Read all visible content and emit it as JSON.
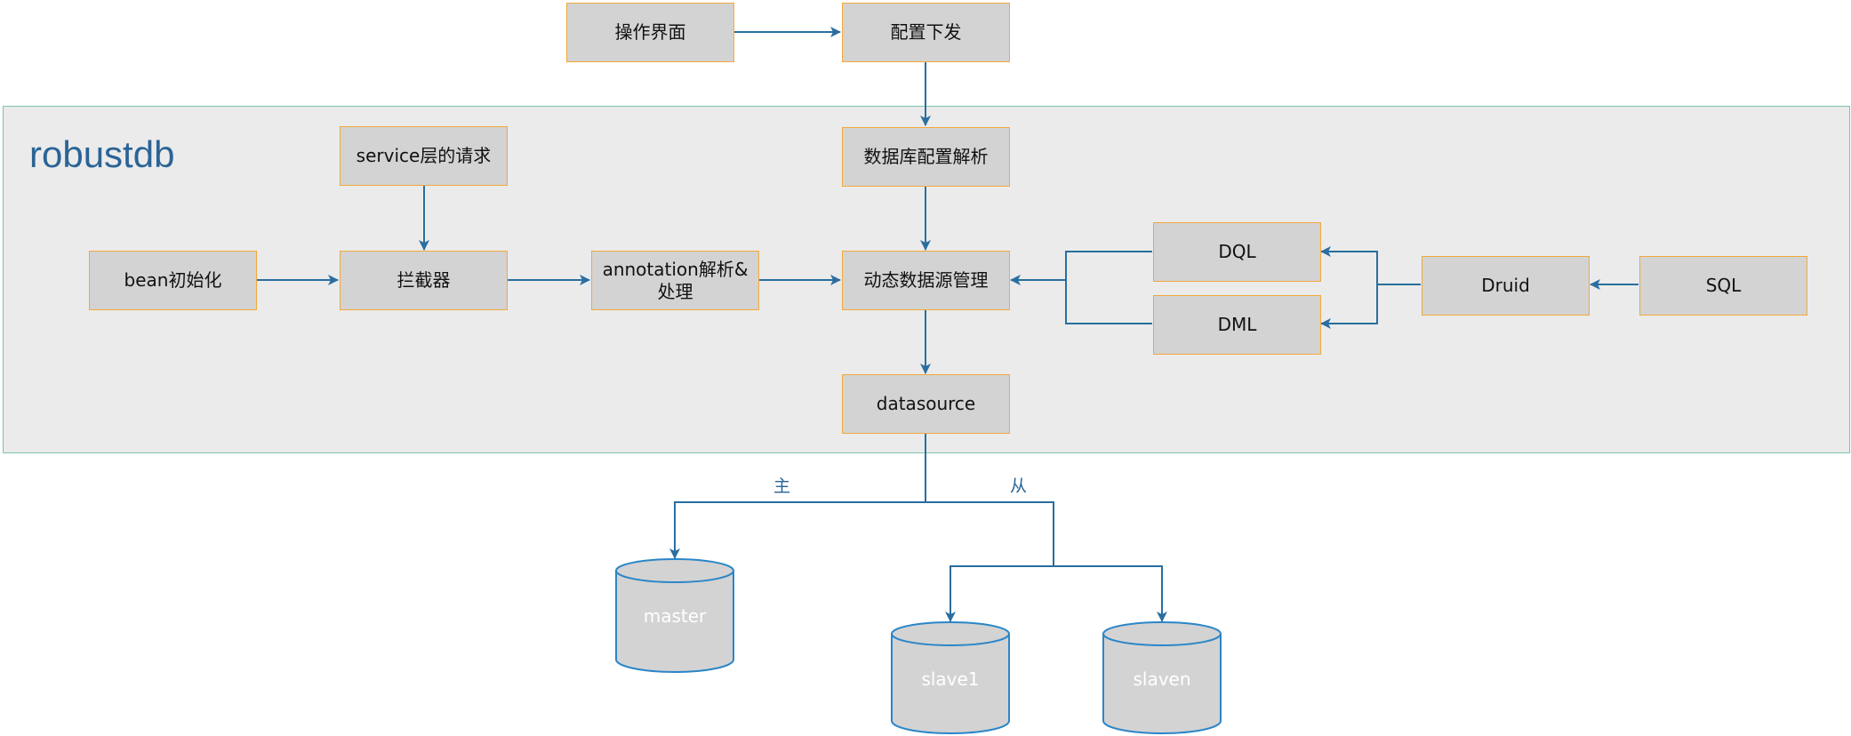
{
  "diagram": {
    "container_title": "robustdb",
    "nodes": {
      "ui": "操作界面",
      "config_push": "配置下发",
      "db_config_parse": "数据库配置解析",
      "service_request": "service层的请求",
      "bean_init": "bean初始化",
      "interceptor": "拦截器",
      "annotation": "annotation解析&\n处理",
      "dynamic_ds": "动态数据源管理",
      "dql": "DQL",
      "dml": "DML",
      "druid": "Druid",
      "sql": "SQL",
      "datasource": "datasource"
    },
    "databases": {
      "master": "master",
      "slave1": "slave1",
      "slaven": "slaven"
    },
    "edge_labels": {
      "master": "主",
      "slave": "从"
    },
    "colors": {
      "node_fill": "#d3d3d3",
      "node_border": "#f2a93b",
      "container_fill": "#ebebeb",
      "container_border": "#7cc3a9",
      "edge": "#2a6ea0",
      "title": "#2a6496"
    }
  }
}
